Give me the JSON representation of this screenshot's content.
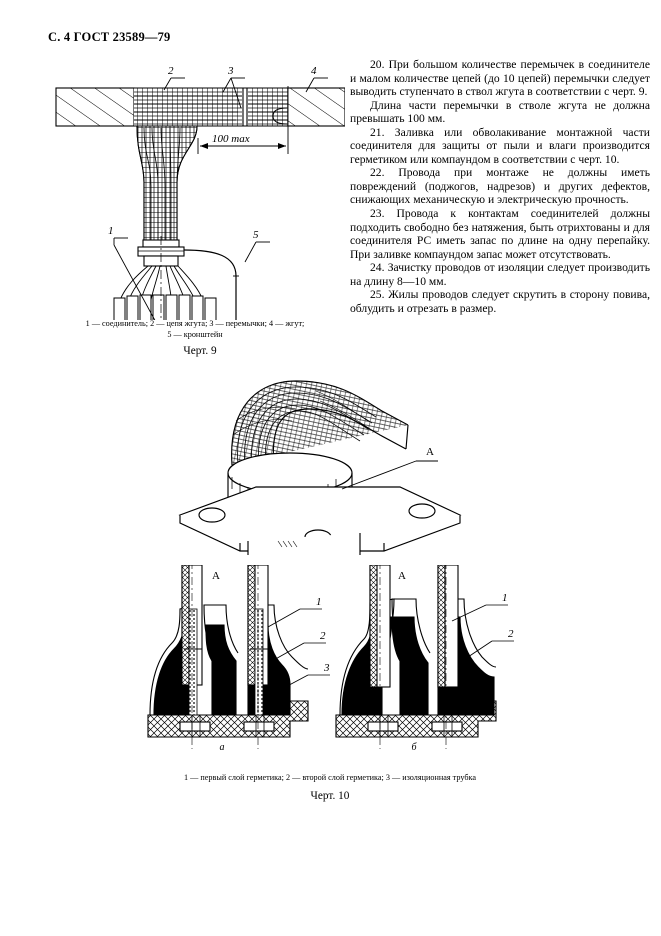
{
  "document": {
    "page_header": "С. 4 ГОСТ 23589—79"
  },
  "body_text": {
    "paragraphs": [
      "20.  При большом количестве перемычек в соединителе и малом количестве цепей (до 10 цепей) перемычки следует выводить ступенчато в ствол жгута в соответствии с черт. 9.",
      "Длина части перемычки в стволе жгута не должна превышать 100 мм.",
      "21.  Заливка или обволакивание монтажной части соединителя для защиты от пыли и влаги производится герметиком или компаундом в соответствии с черт. 10.",
      "22.  Провода при монтаже не должны иметь повреждений (поджогов, надрезов) и других дефектов, снижающих механическую и электрическую прочность.",
      "23.  Провода к контактам соединителей должны подходить свободно без натяжения, быть отрихтованы и для соединителя РС иметь запас по длине на одну перепайку. При заливке компаундом запас может отсутствовать.",
      "24.  Зачистку проводов от изоляции следует производить на длину 8—10 мм.",
      "25.  Жилы проводов следует скрутить в сторону повива, облудить и отрезать в размер."
    ]
  },
  "figure9": {
    "number": "Черт. 9",
    "caption": "1 — соединитель; 2 — цепя жгута; 3 — перемычки; 4 — жгут;\n5 — кронштейн",
    "callouts": [
      "1",
      "2",
      "3",
      "4",
      "5"
    ],
    "dimension": "100 max"
  },
  "figure10": {
    "number": "Черт. 10",
    "caption": "1 — первый слой герметика; 2 — второй слой герметика; 3 — изоляционная трубка",
    "detail_mark": "А",
    "view_a_label": "а",
    "view_b_label": "б",
    "callouts_a": [
      "1",
      "2",
      "3"
    ],
    "callouts_b": [
      "1",
      "2"
    ],
    "section_mark_a": "А",
    "section_mark_b": "А"
  },
  "colors": {
    "ink": "#000000",
    "paper": "#ffffff"
  }
}
